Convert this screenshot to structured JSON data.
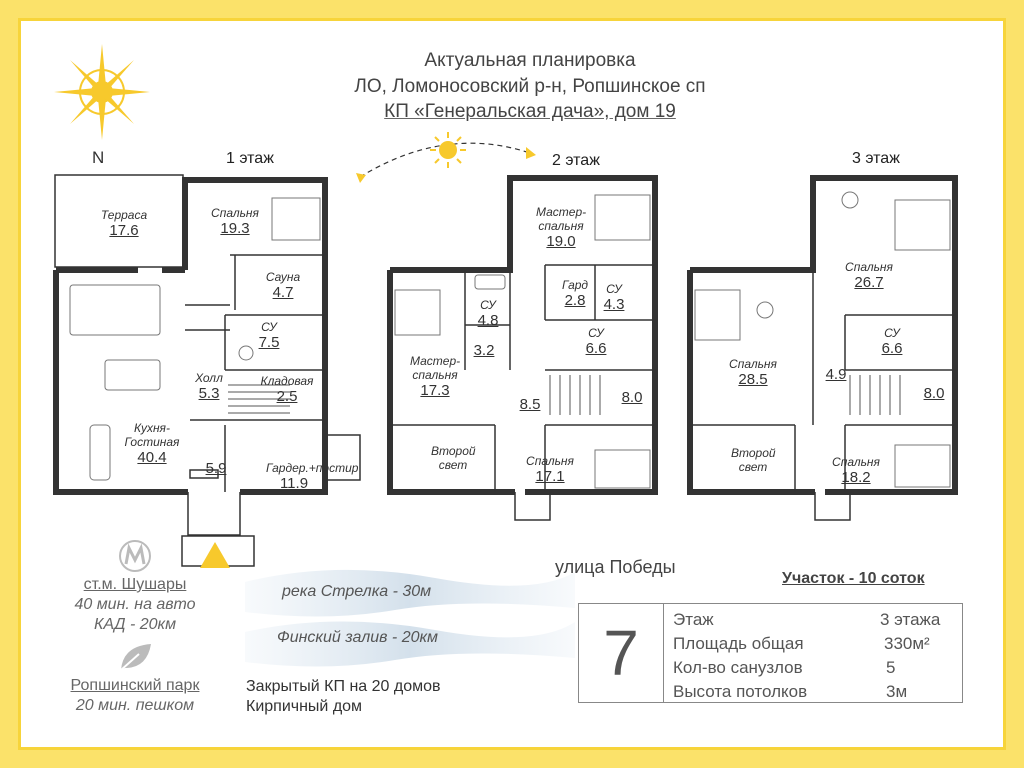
{
  "header": {
    "line1": "Актуальная планировка",
    "line2": "ЛО, Ломоносовский р-н, Ропшинское сп",
    "line3": "КП «Генеральская дача», дом 19"
  },
  "compass": {
    "north_label": "N",
    "icon": "compass-rose-icon"
  },
  "sun": {
    "icon": "sun-icon",
    "color": "#f7c92c"
  },
  "floors": [
    {
      "title": "1 этаж",
      "rooms": [
        {
          "name": "Терраса",
          "area": "17.6"
        },
        {
          "name": "Спальня",
          "area": "19.3"
        },
        {
          "name": "Сауна",
          "area": "4.7"
        },
        {
          "name": "СУ",
          "area": "7.5"
        },
        {
          "name": "Холл",
          "area": "5.3"
        },
        {
          "name": "Кладовая",
          "area": "2.5"
        },
        {
          "name": "Кухня-Гостиная",
          "area": "40.4"
        },
        {
          "name": "",
          "area": "5.9"
        },
        {
          "name": "Гардер.+постир",
          "area": "11.9"
        }
      ]
    },
    {
      "title": "2 этаж",
      "rooms": [
        {
          "name": "Мастер-спальня",
          "area": "19.0"
        },
        {
          "name": "Гард",
          "area": "2.8"
        },
        {
          "name": "СУ",
          "area": "4.3"
        },
        {
          "name": "СУ",
          "area": "4.8"
        },
        {
          "name": "СУ",
          "area": "6.6"
        },
        {
          "name": "",
          "area": "3.2"
        },
        {
          "name": "Мастер-спальня",
          "area": "17.3"
        },
        {
          "name": "",
          "area": "8.5"
        },
        {
          "name": "",
          "area": "8.0"
        },
        {
          "name": "Второй свет",
          "area": ""
        },
        {
          "name": "Спальня",
          "area": "17.1"
        }
      ]
    },
    {
      "title": "3 этаж",
      "rooms": [
        {
          "name": "Спальня",
          "area": "26.7"
        },
        {
          "name": "СУ",
          "area": "6.6"
        },
        {
          "name": "Спальня",
          "area": "28.5"
        },
        {
          "name": "",
          "area": "4.9"
        },
        {
          "name": "",
          "area": "8.0"
        },
        {
          "name": "Второй свет",
          "area": ""
        },
        {
          "name": "Спальня",
          "area": "18.2"
        }
      ]
    }
  ],
  "left_info": {
    "metro_icon": "metro-m-icon",
    "metro": "ст.м. Шушары",
    "metro_time": "40 мин. на авто",
    "kad": "КАД - 20км",
    "park_icon": "leaf-icon",
    "park": "Ропшинский парк",
    "park_time": "20 мин. пешком"
  },
  "distances": {
    "river": "река Стрелка - 30м",
    "gulf": "Финский залив - 20км"
  },
  "street": "улица Победы",
  "bottom_notes": {
    "line1": "Закрытый КП на 20 домов",
    "line2": "Кирпичный дом"
  },
  "plot": "Участок - 10 соток",
  "stats": {
    "number": "7",
    "rows": [
      {
        "label": "Этаж",
        "value": "3 этажа"
      },
      {
        "label": "Площадь общая",
        "value": "330м²"
      },
      {
        "label": "Кол-во санузлов",
        "value": "5"
      },
      {
        "label": "Высота потолков",
        "value": "3м"
      }
    ]
  },
  "colors": {
    "accent": "#f7d43a",
    "wall": "#333333"
  }
}
